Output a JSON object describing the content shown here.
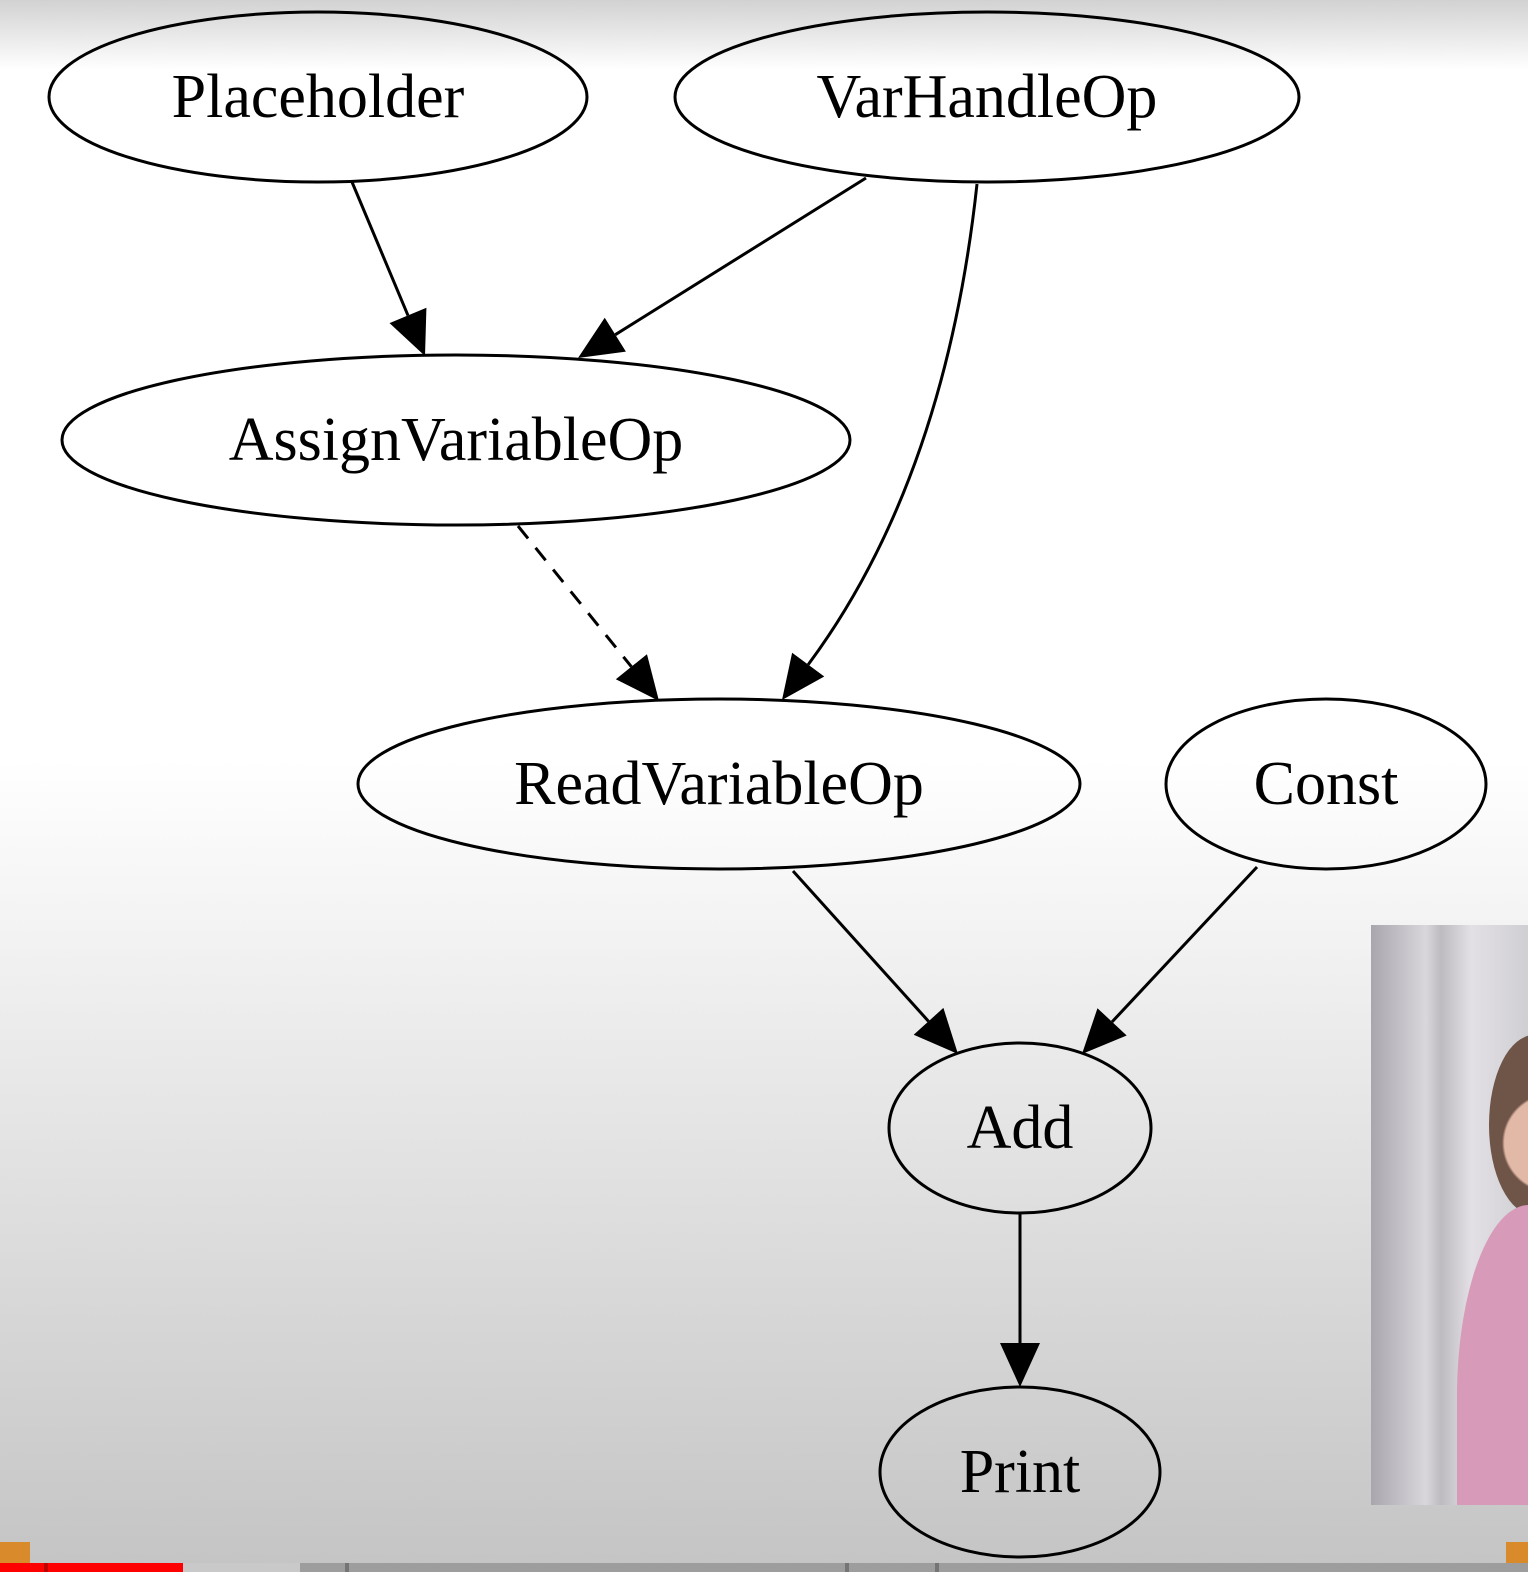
{
  "diagram": {
    "nodes": [
      {
        "id": "placeholder",
        "label": "Placeholder"
      },
      {
        "id": "varhandleop",
        "label": "VarHandleOp"
      },
      {
        "id": "assignvariableop",
        "label": "AssignVariableOp"
      },
      {
        "id": "readvariableop",
        "label": "ReadVariableOp"
      },
      {
        "id": "const",
        "label": "Const"
      },
      {
        "id": "add",
        "label": "Add"
      },
      {
        "id": "print",
        "label": "Print"
      }
    ],
    "edges": [
      {
        "from": "placeholder",
        "to": "assignvariableop",
        "style": "solid"
      },
      {
        "from": "varhandleop",
        "to": "assignvariableop",
        "style": "solid"
      },
      {
        "from": "varhandleop",
        "to": "readvariableop",
        "style": "solid"
      },
      {
        "from": "assignvariableop",
        "to": "readvariableop",
        "style": "dashed"
      },
      {
        "from": "readvariableop",
        "to": "add",
        "style": "solid"
      },
      {
        "from": "const",
        "to": "add",
        "style": "solid"
      },
      {
        "from": "add",
        "to": "print",
        "style": "solid"
      }
    ]
  },
  "video_player": {
    "progress_fraction": 0.12,
    "progress_color": "#ff0000"
  }
}
